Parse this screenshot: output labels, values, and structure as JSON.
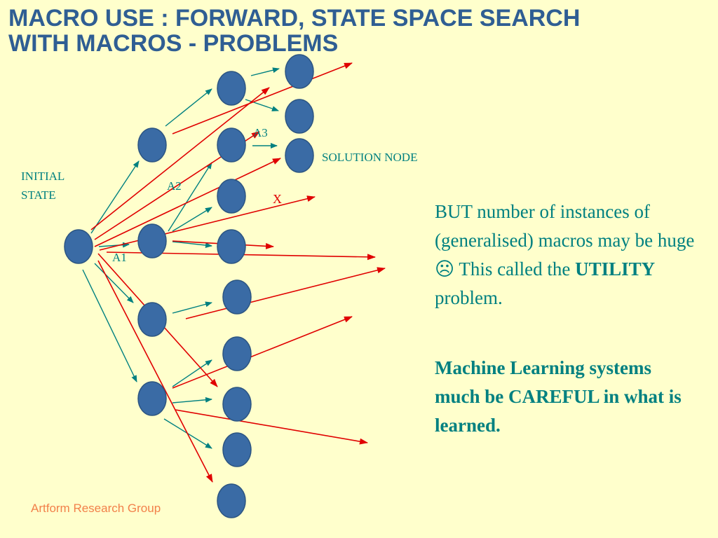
{
  "title": {
    "line1": "MACRO USE : FORWARD, STATE SPACE SEARCH",
    "line2": "WITH MACROS - PROBLEMS"
  },
  "labels": {
    "initial_state_line1": "INITIAL",
    "initial_state_line2": "STATE",
    "solution_node": "SOLUTION NODE",
    "a1": "A1",
    "a2": "A2",
    "a3": "A3",
    "x_mark": "X"
  },
  "body": {
    "para1_text": "BUT number of instances of (generalised) macros may be huge ☹ This called the ",
    "para1_bold": "UTILITY",
    "para1_tail": " problem.",
    "para2": "Machine Learning systems much be CAREFUL in what is learned."
  },
  "footer": "Artform Research Group",
  "colors": {
    "background": "#FFFFCC",
    "title": "#2F5E93",
    "node_fill": "#3A6BA5",
    "node_stroke": "#2C5582",
    "teal": "#008080",
    "red_arrow": "#E00000",
    "footer": "#F2804A"
  }
}
